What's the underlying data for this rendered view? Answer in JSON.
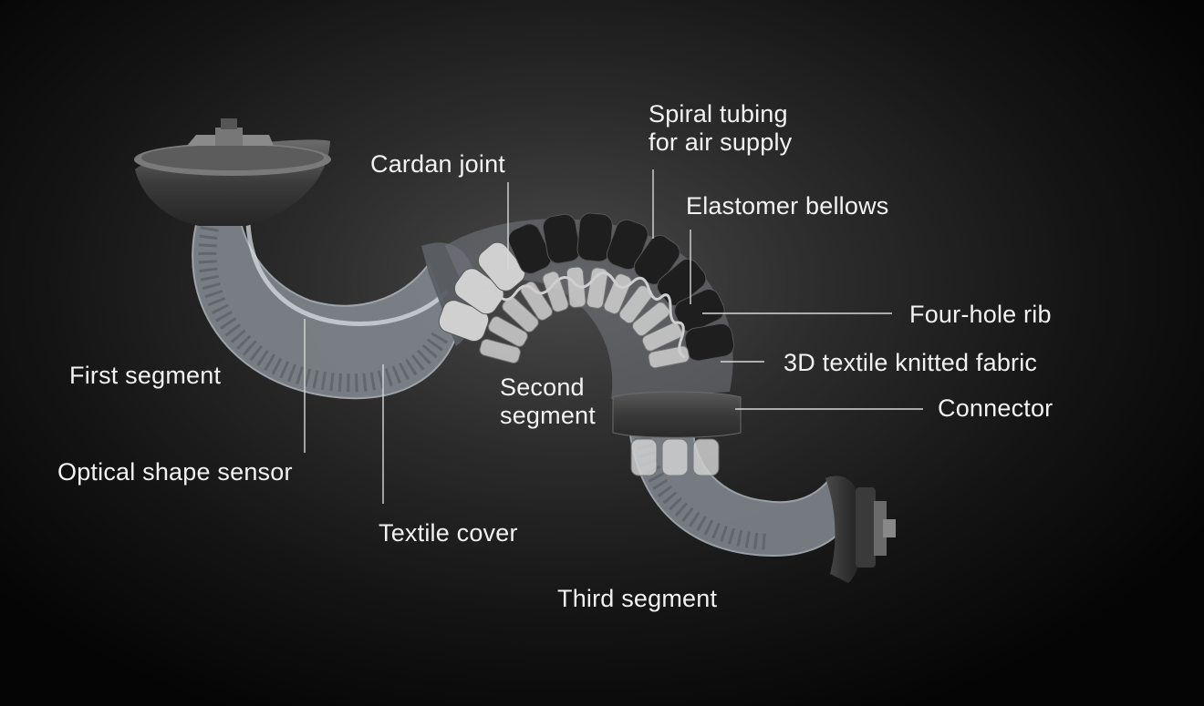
{
  "labels": {
    "spiral_tubing": "Spiral tubing\nfor air supply",
    "cardan_joint": "Cardan joint",
    "elastomer_bellows": "Elastomer bellows",
    "four_hole_rib": "Four-hole rib",
    "textile_fabric": "3D textile knitted fabric",
    "connector": "Connector",
    "first_segment": "First segment",
    "second_segment": "Second\nsegment",
    "optical_sensor": "Optical shape sensor",
    "textile_cover": "Textile cover",
    "third_segment": "Third segment"
  },
  "colors": {
    "background": "#141414",
    "label_text": "#f2f2f2",
    "leader_line": "#d8d8d8",
    "bellows": "#1e1e1e",
    "knit": "#d0d0d0",
    "cover": "#8a8f96"
  }
}
